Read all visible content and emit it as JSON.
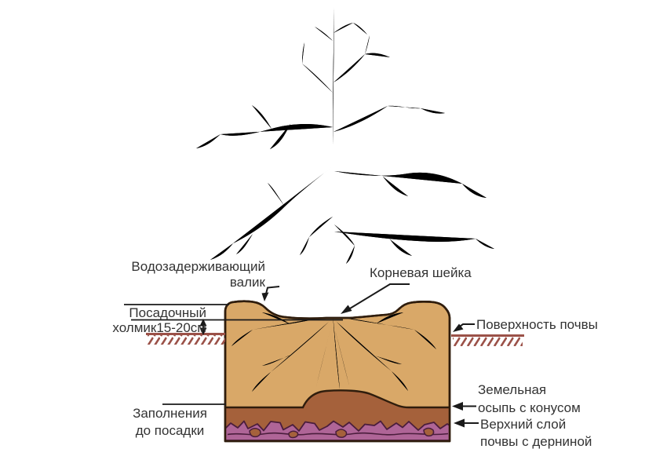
{
  "diagram": {
    "title_hint": "tree planting scheme",
    "labels": {
      "water_ridge": {
        "line1": "Водозадерживающий",
        "line2": "валик"
      },
      "planting_mound": {
        "line1": "Посадочный",
        "line2": "холмик15-20см"
      },
      "root_collar": {
        "text": "Корневая шейка"
      },
      "soil_surface": {
        "text": "Поверхность почвы"
      },
      "earth_cone": {
        "line1": "Земельная",
        "line2": "осыпь с конусом"
      },
      "top_soil_layer": {
        "line1": "Верхний слой",
        "line2": "почвы с дерниной"
      },
      "backfill": {
        "line1": "Заполнения",
        "line2": "до посадки"
      }
    },
    "measurement": {
      "mound_height": "15-20см"
    },
    "colors": {
      "soil_fill": "#D9A868",
      "subsoil": "#A5613B",
      "turf": "#AF6597",
      "turf_outline": "#4A1D3C",
      "tree_fill": "#A8653E",
      "tree_outline": "#4F2D15",
      "pit_outline": "#2F1D0D",
      "hatch": "#9B5148",
      "label_text": "#333333",
      "leader": "#1A1A1A"
    }
  }
}
